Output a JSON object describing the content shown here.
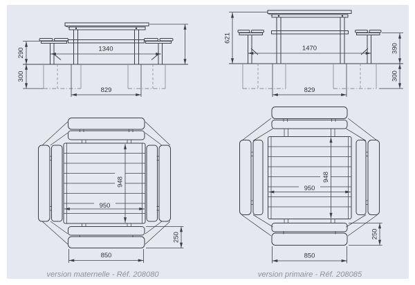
{
  "colors": {
    "background": "#e6e8ef",
    "line": "#3a3e46",
    "dimension_text": "#2f333b",
    "caption_text": "#8e929d"
  },
  "views": {
    "elevation_maternelle": {
      "label": "side elevation, nursery-school version",
      "dims": {
        "seat_height": "290",
        "anchor_depth": "300",
        "overall_length": "1340",
        "anchor_spacing": "829"
      }
    },
    "elevation_primaire": {
      "label": "side elevation, primary-school version",
      "dims": {
        "table_height": "621",
        "overall_length": "1470",
        "seat_height": "390",
        "anchor_depth": "300",
        "anchor_spacing": "829"
      }
    },
    "plan_maternelle": {
      "label": "top plan, nursery-school version",
      "caption": "version maternelle - Réf. 208080",
      "dims": {
        "table_depth": "948",
        "table_width": "950",
        "bench_length": "850",
        "bench_width": "250"
      }
    },
    "plan_primaire": {
      "label": "top plan, primary-school version",
      "caption": "version primaire - Réf. 208085",
      "dims": {
        "table_depth": "948",
        "table_width": "950",
        "bench_length": "850",
        "bench_width": "250"
      }
    }
  }
}
